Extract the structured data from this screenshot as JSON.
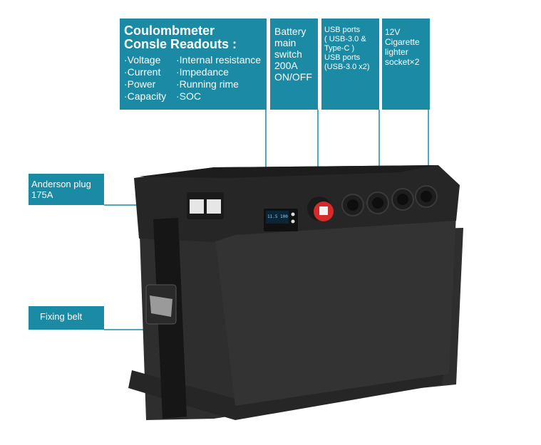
{
  "callouts": {
    "coulombmeter": {
      "title": "Coulombmeter\nConsle Readouts :",
      "col1": "·Voltage\n·Current\n·Power\n·Capacity",
      "col2": "·Internal resistance\n·Impedance\n·Running rime\n·SOC"
    },
    "battery_switch": "Battery\nmain\nswitch\n200A\nON/OFF",
    "usb_ports": "USB ports\n( USB-3.0 &\nType-C )\nUSB ports\n(USB-3.0 x2)",
    "lighter": "12V\nCigarette\nlighter\nsocket×2",
    "anderson": "Anderson plug\n175A",
    "belt": "Fixing belt"
  },
  "display": {
    "reading": "11.5 100"
  },
  "colors": {
    "callout_bg": "#1a8aa5",
    "switch_red": "#d42a2a",
    "box_body": "#2b2b2b"
  }
}
